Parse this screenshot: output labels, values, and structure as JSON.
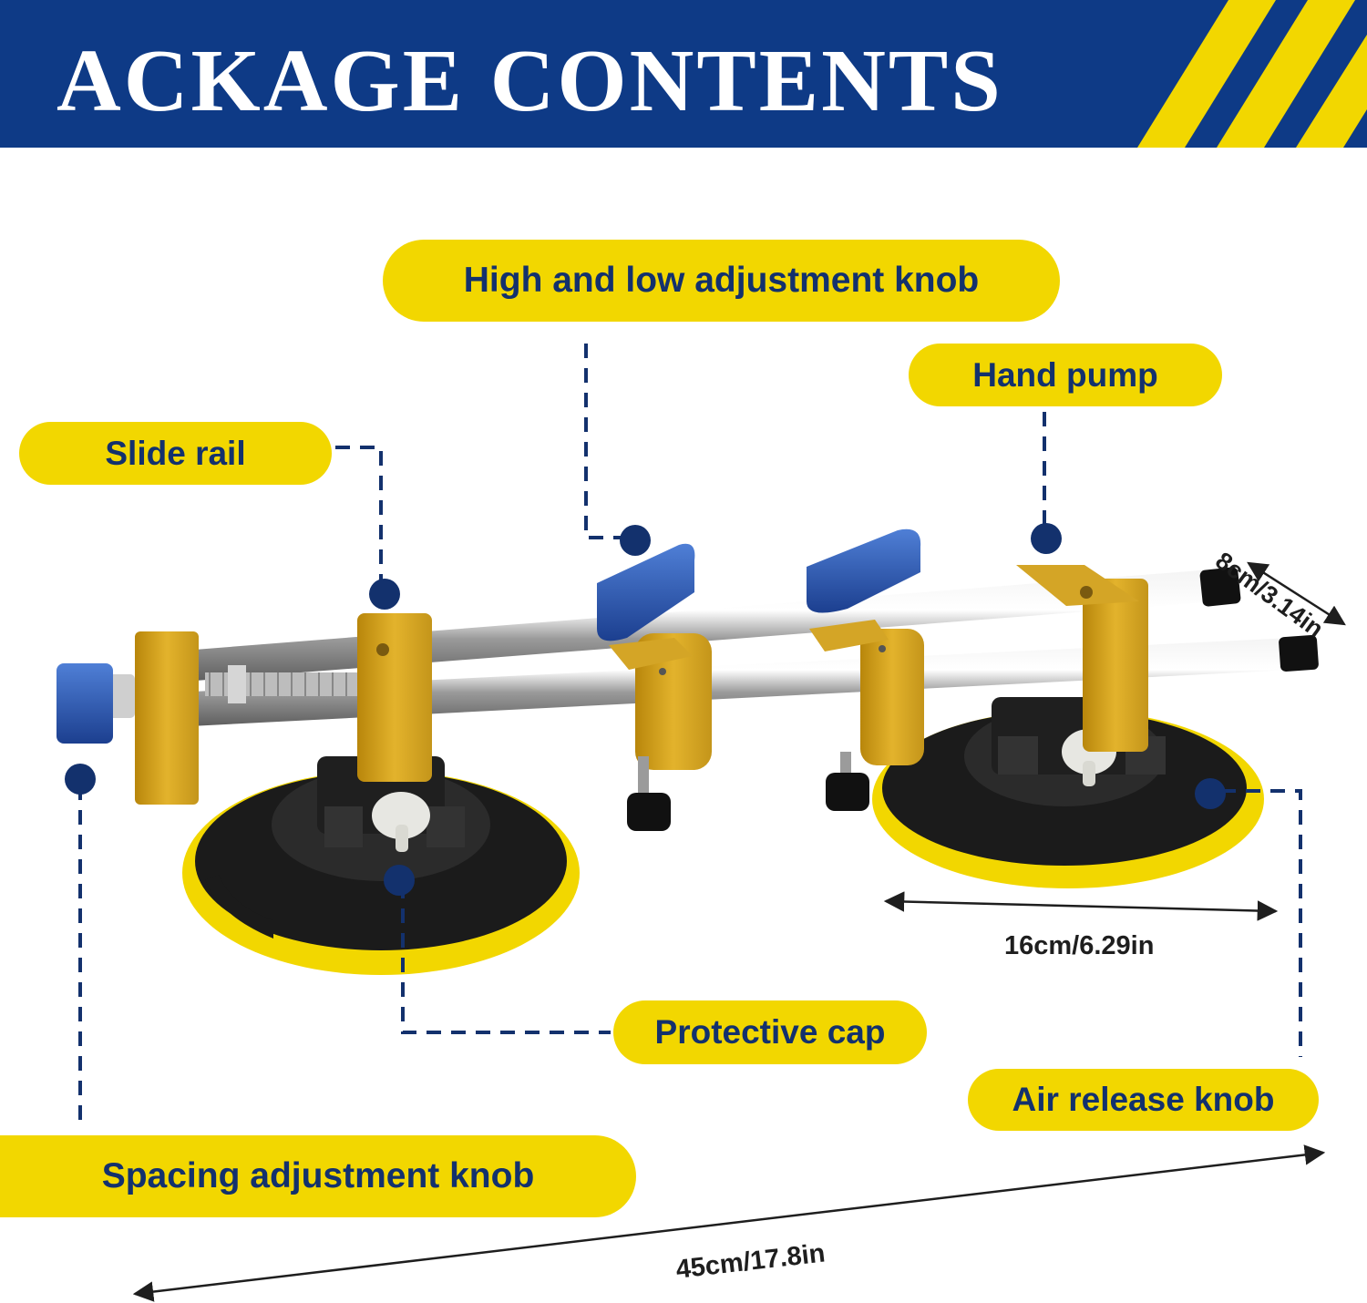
{
  "header": {
    "title": "ACKAGE CONTENTS",
    "colors": {
      "banner": "#0e3a86",
      "accent": "#f2d700",
      "label_text": "#13316d"
    }
  },
  "labels": {
    "high_low_knob": "High and low adjustment knob",
    "hand_pump": "Hand pump",
    "slide_rail": "Slide rail",
    "protective_cap": "Protective cap",
    "air_release_knob": "Air release knob",
    "spacing_knob": "Spacing adjustment knob"
  },
  "dimensions": {
    "depth": "8cm/3.14in",
    "cup_diameter": "16cm/6.29in",
    "total_length": "45cm/17.8in"
  }
}
